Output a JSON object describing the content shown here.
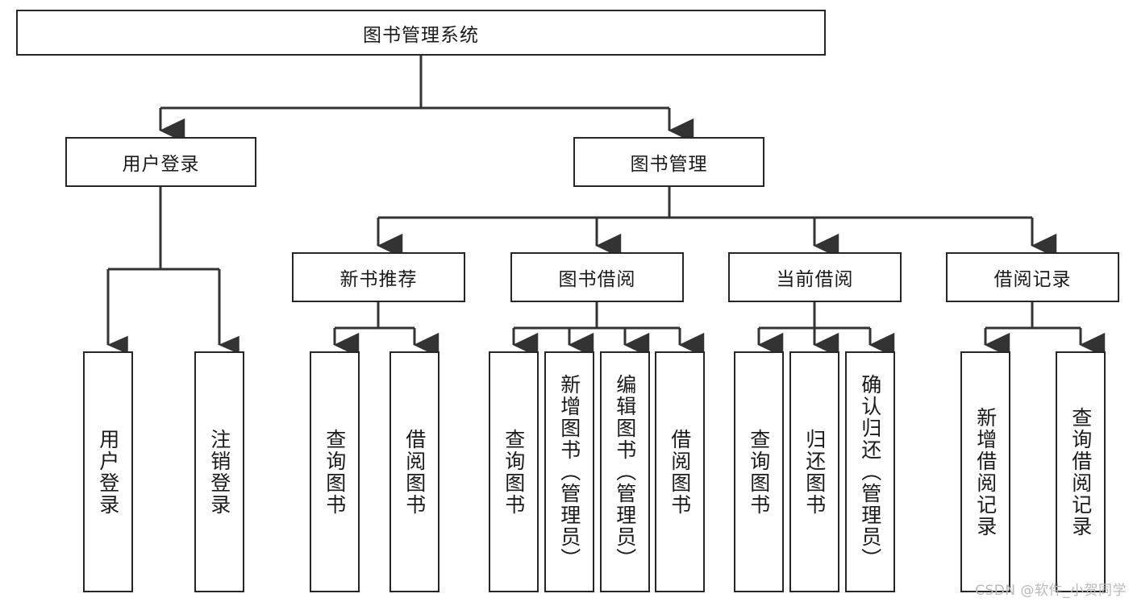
{
  "diagram": {
    "type": "tree-hierarchy-diagram",
    "title": "图书管理系统",
    "root": {
      "id": "root",
      "label": "图书管理系统"
    },
    "level2": [
      {
        "id": "user-login",
        "label": "用户登录"
      },
      {
        "id": "book-manage",
        "label": "图书管理"
      }
    ],
    "level3": [
      {
        "id": "new-book-recommend",
        "label": "新书推荐",
        "parent": "book-manage"
      },
      {
        "id": "book-borrow",
        "label": "图书借阅",
        "parent": "book-manage"
      },
      {
        "id": "current-borrow",
        "label": "当前借阅",
        "parent": "book-manage"
      },
      {
        "id": "borrow-record",
        "label": "借阅记录",
        "parent": "book-manage"
      }
    ],
    "leaves": {
      "user_login": [
        {
          "id": "leaf-user-login",
          "label": "用户登录"
        },
        {
          "id": "leaf-user-logout",
          "label": "注销登录"
        }
      ],
      "new_book_recommend": [
        {
          "id": "leaf-query-book-1",
          "label": "查询图书"
        },
        {
          "id": "leaf-borrow-book-1",
          "label": "借阅图书"
        }
      ],
      "book_borrow": [
        {
          "id": "leaf-query-book-2",
          "label": "查询图书"
        },
        {
          "id": "leaf-add-book",
          "label": "新增图书（管理员）"
        },
        {
          "id": "leaf-edit-book",
          "label": "编辑图书（管理员）"
        },
        {
          "id": "leaf-borrow-book-2",
          "label": "借阅图书"
        }
      ],
      "current_borrow": [
        {
          "id": "leaf-query-book-3",
          "label": "查询图书"
        },
        {
          "id": "leaf-return-book",
          "label": "归还图书"
        },
        {
          "id": "leaf-confirm-return",
          "label": "确认归还（管理员）"
        }
      ],
      "borrow_record": [
        {
          "id": "leaf-add-record",
          "label": "新增借阅记录"
        },
        {
          "id": "leaf-query-record",
          "label": "查询借阅记录"
        }
      ]
    }
  },
  "colors": {
    "box_border": "#262626",
    "box_fill": "#ffffff",
    "line": "#333333",
    "text": "#1a1a1a",
    "watermark": "#b9b9b9",
    "background": "#ffffff"
  },
  "watermark": {
    "text": "CSDN @软件_小贺同学"
  }
}
